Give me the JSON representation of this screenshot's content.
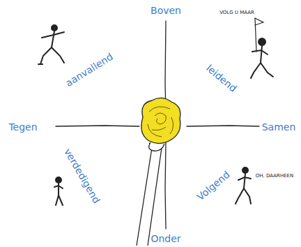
{
  "diagram": {
    "labels": [
      "Boven",
      "Tegen",
      "Samen",
      "Onder",
      "aanvallend",
      "leidend",
      "verdedigend",
      "Volgend",
      "VOLG U MAAR",
      "OH, DAARHEEN"
    ]
  }
}
